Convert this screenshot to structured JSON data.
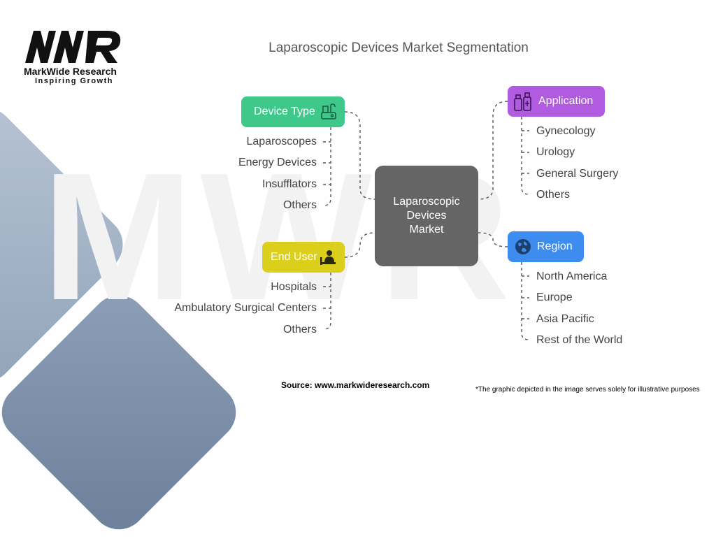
{
  "brand": {
    "name": "MarkWide Research",
    "tagline": "Inspiring Growth",
    "watermark": "MWR"
  },
  "title": "Laparoscopic Devices Market Segmentation",
  "center": {
    "lines": [
      "Laparoscopic",
      "Devices",
      "Market"
    ]
  },
  "categories": {
    "device_type": {
      "label": "Device Type",
      "color": "#3ec98a",
      "icon": "endoscope-tower-icon",
      "items": [
        "Laparoscopes",
        "Energy Devices",
        "Insufflators",
        "Others"
      ]
    },
    "end_user": {
      "label": "End User",
      "color": "#dccf1c",
      "icon": "patient-bed-icon",
      "items": [
        "Hospitals",
        "Ambulatory Surgical Centers",
        "Others"
      ]
    },
    "application": {
      "label": "Application",
      "color": "#b05be0",
      "icon": "medicine-bottles-icon",
      "items": [
        "Gynecology",
        "Urology",
        "General Surgery",
        "Others"
      ]
    },
    "region": {
      "label": "Region",
      "color": "#3d8df0",
      "icon": "globe-icon",
      "items": [
        "North America",
        "Europe",
        "Asia Pacific",
        "Rest of the World"
      ]
    }
  },
  "footer": {
    "source": "Source: www.markwideresearch.com",
    "disclaimer": "*The graphic depicted in the image serves solely for illustrative purposes"
  }
}
